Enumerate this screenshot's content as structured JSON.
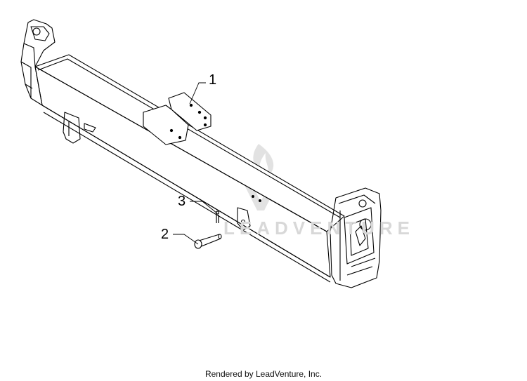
{
  "callouts": [
    {
      "number": "1"
    },
    {
      "number": "2"
    },
    {
      "number": "3"
    }
  ],
  "watermark": {
    "text": "LEADVENTURE"
  },
  "footer": {
    "text": "Rendered by LeadVenture, Inc."
  },
  "colors": {
    "line": "#000000",
    "background": "#ffffff",
    "watermark": "#d8d8d8"
  }
}
